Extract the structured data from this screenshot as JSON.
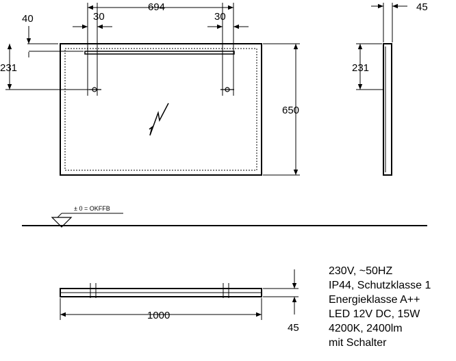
{
  "dimensions": {
    "offset_left": "30",
    "width_top": "694",
    "offset_right": "30",
    "top_offset": "40",
    "mount_height": "231",
    "height": "650",
    "depth": "45",
    "side_mount_height": "231",
    "width_bottom": "1000",
    "bottom_depth": "45"
  },
  "floor_label": "± 0 = OKFFB",
  "specs": [
    "230V, ~50HZ",
    "IP44, Schutzklasse 1",
    "Energieklasse A++",
    "LED 12V DC, 15W",
    "4200K, 2400lm",
    "mit Schalter"
  ]
}
